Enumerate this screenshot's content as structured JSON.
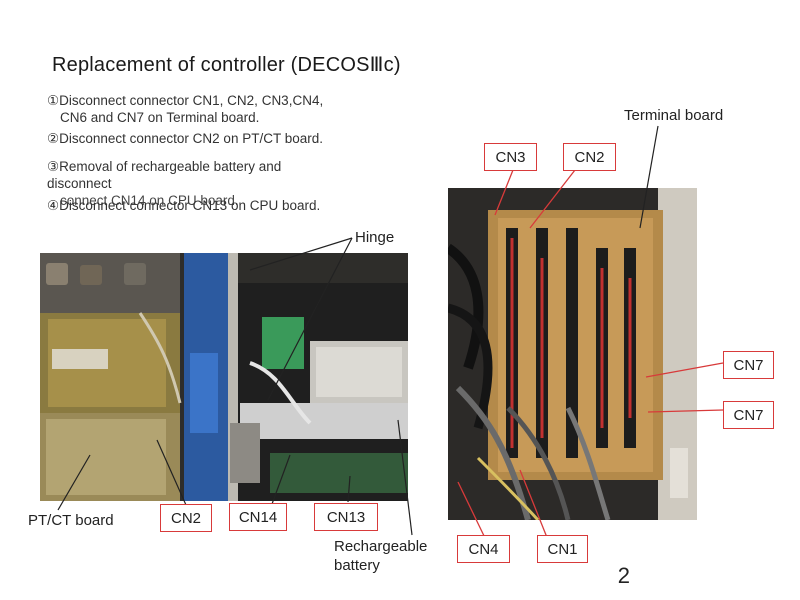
{
  "title": "Replacement of controller (DECOSⅢc)",
  "steps": {
    "s1_line1": "①Disconnect connector CN1, CN2, CN3,CN4,",
    "s1_line2": "CN6 and CN7 on Terminal board.",
    "s2": "②Disconnect connector CN2 on PT/CT board.",
    "s3_line1": "③Removal of rechargeable battery and",
    "s3_line2": "disconnect",
    "s3_line3": "connect CN14 on CPU board.",
    "s4": "④Disconnect connector CN13 on CPU board."
  },
  "labels": {
    "hinge": "Hinge",
    "terminal_board": "Terminal board",
    "ptct_board": "PT/CT board",
    "rechargeable_battery_1": "Rechargeable",
    "rechargeable_battery_2": "battery"
  },
  "callouts": {
    "left_cn2": "CN2",
    "left_cn14": "CN14",
    "left_cn13": "CN13",
    "right_cn3": "CN3",
    "right_cn2": "CN2",
    "right_cn7_top": "CN7",
    "right_cn7_bottom": "CN7",
    "right_cn4": "CN4",
    "right_cn1": "CN1"
  },
  "page_number": "2",
  "colors": {
    "callout_border": "#d83a3a",
    "leader": "#222222"
  }
}
